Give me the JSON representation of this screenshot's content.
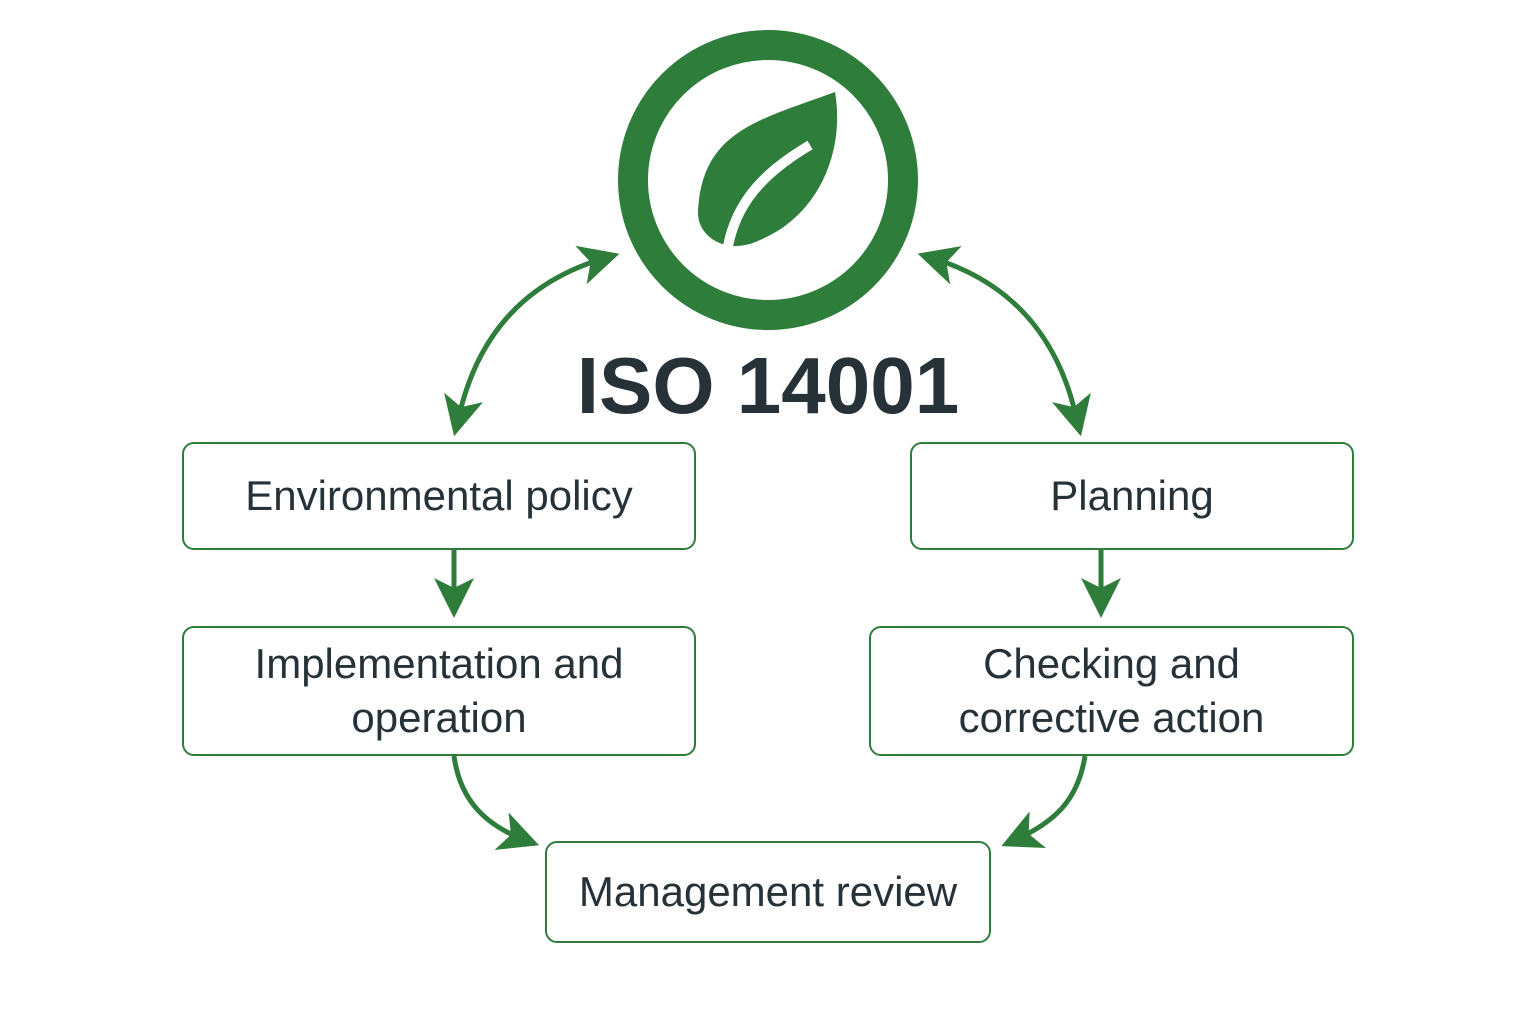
{
  "title": "ISO 14001",
  "colors": {
    "accent": "#2e7d3a",
    "text": "#263238"
  },
  "logo_icon": "leaf-icon",
  "steps": {
    "policy": "Environmental policy",
    "planning": "Planning",
    "implementation": "Implementation and operation",
    "checking": "Checking and corrective action",
    "review": "Management review"
  }
}
